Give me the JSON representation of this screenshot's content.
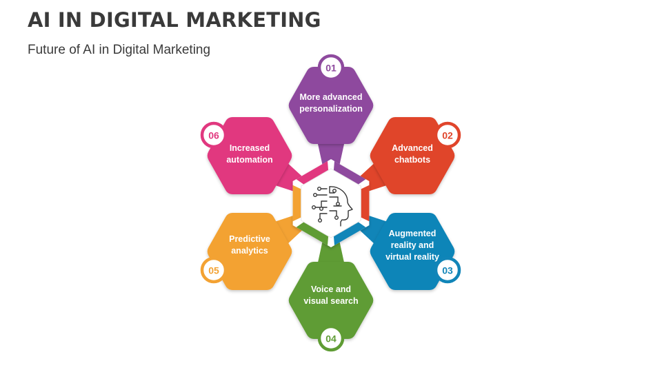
{
  "header": {
    "title": "AI IN DIGITAL MARKETING",
    "subtitle": "Future of AI in Digital Marketing"
  },
  "center": {
    "icon": "ai-brain-circuit-head-icon"
  },
  "items": [
    {
      "number": "01",
      "lines": [
        "More advanced",
        "personalization"
      ],
      "color": "#8E4A9E"
    },
    {
      "number": "02",
      "lines": [
        "Advanced",
        "chatbots"
      ],
      "color": "#E0452B"
    },
    {
      "number": "03",
      "lines": [
        "Augmented",
        "reality and",
        "virtual reality"
      ],
      "color": "#1185B8"
    },
    {
      "number": "04",
      "lines": [
        "Voice and",
        "visual search"
      ],
      "color": "#5F9C34"
    },
    {
      "number": "05",
      "lines": [
        "Predictive",
        "analytics"
      ],
      "color": "#F3A233"
    },
    {
      "number": "06",
      "lines": [
        "Increased",
        "automation"
      ],
      "color": "#E1387F"
    }
  ]
}
